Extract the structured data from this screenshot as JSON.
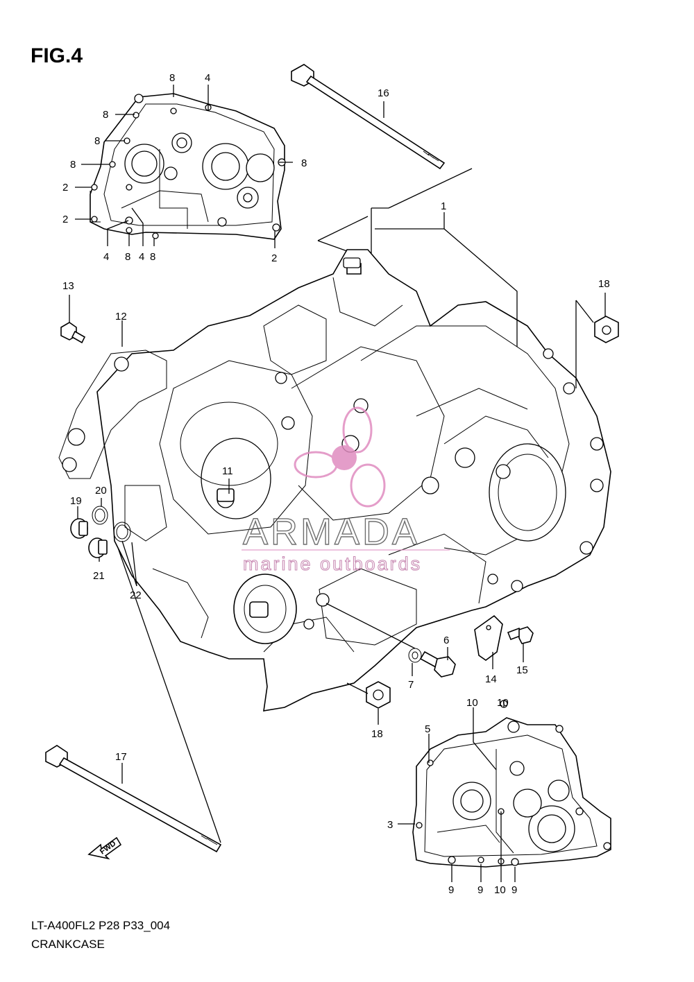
{
  "figure": {
    "title": "FIG.4"
  },
  "footer": {
    "code": "LT-A400FL2 P28 P33_004",
    "name": "CRANKCASE"
  },
  "watermark": {
    "brand": "ARMADA",
    "tagline": "marine outboards",
    "accent_color": "#e08cc0"
  },
  "fwd_label": "FWD",
  "callouts": [
    {
      "id": "c-8a",
      "label": "8"
    },
    {
      "id": "c-4a",
      "label": "4"
    },
    {
      "id": "c-8b",
      "label": "8"
    },
    {
      "id": "c-8c",
      "label": "8"
    },
    {
      "id": "c-8d",
      "label": "8"
    },
    {
      "id": "c-8e",
      "label": "8"
    },
    {
      "id": "c-2a",
      "label": "2"
    },
    {
      "id": "c-2b",
      "label": "2"
    },
    {
      "id": "c-4b",
      "label": "4"
    },
    {
      "id": "c-8f",
      "label": "8"
    },
    {
      "id": "c-4c",
      "label": "4"
    },
    {
      "id": "c-8g",
      "label": "8"
    },
    {
      "id": "c-2c",
      "label": "2"
    },
    {
      "id": "c-16",
      "label": "16"
    },
    {
      "id": "c-1",
      "label": "1"
    },
    {
      "id": "c-13",
      "label": "13"
    },
    {
      "id": "c-12",
      "label": "12"
    },
    {
      "id": "c-18a",
      "label": "18"
    },
    {
      "id": "c-11",
      "label": "11"
    },
    {
      "id": "c-20",
      "label": "20"
    },
    {
      "id": "c-19",
      "label": "19"
    },
    {
      "id": "c-21",
      "label": "21"
    },
    {
      "id": "c-22",
      "label": "22"
    },
    {
      "id": "c-6",
      "label": "6"
    },
    {
      "id": "c-7",
      "label": "7"
    },
    {
      "id": "c-14",
      "label": "14"
    },
    {
      "id": "c-15",
      "label": "15"
    },
    {
      "id": "c-18b",
      "label": "18"
    },
    {
      "id": "c-10a",
      "label": "10"
    },
    {
      "id": "c-10b",
      "label": "10"
    },
    {
      "id": "c-5",
      "label": "5"
    },
    {
      "id": "c-17",
      "label": "17"
    },
    {
      "id": "c-3",
      "label": "3"
    },
    {
      "id": "c-9a",
      "label": "9"
    },
    {
      "id": "c-9b",
      "label": "9"
    },
    {
      "id": "c-10c",
      "label": "10"
    },
    {
      "id": "c-9c",
      "label": "9"
    }
  ]
}
